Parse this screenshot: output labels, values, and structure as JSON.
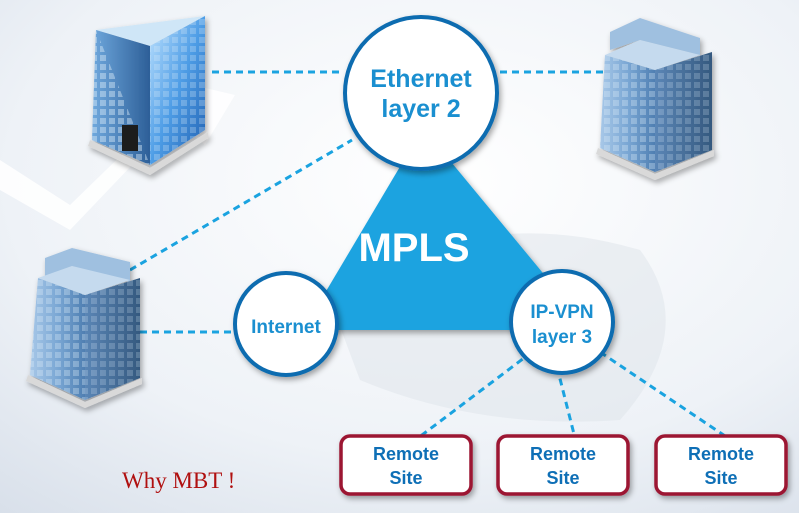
{
  "diagram": {
    "core": {
      "label": "MPLS"
    },
    "nodes": {
      "ethernet": {
        "line1": "Ethernet",
        "line2": "layer 2"
      },
      "internet": {
        "label": "Internet"
      },
      "ipvpn": {
        "line1": "IP-VPN",
        "line2": "layer 3"
      }
    },
    "remote_sites": [
      {
        "line1": "Remote",
        "line2": "Site"
      },
      {
        "line1": "Remote",
        "line2": "Site"
      },
      {
        "line1": "Remote",
        "line2": "Site"
      }
    ],
    "buildings": [
      {
        "icon": "office-building-icon"
      },
      {
        "icon": "office-building-icon"
      },
      {
        "icon": "office-building-icon"
      }
    ]
  },
  "tagline": "Why MBT !",
  "colors": {
    "accent_blue": "#1aa3e0",
    "node_text": "#1a8fd0",
    "remote_border": "#9c1233",
    "remote_text": "#0e6fb6",
    "tagline": "#b01010"
  }
}
